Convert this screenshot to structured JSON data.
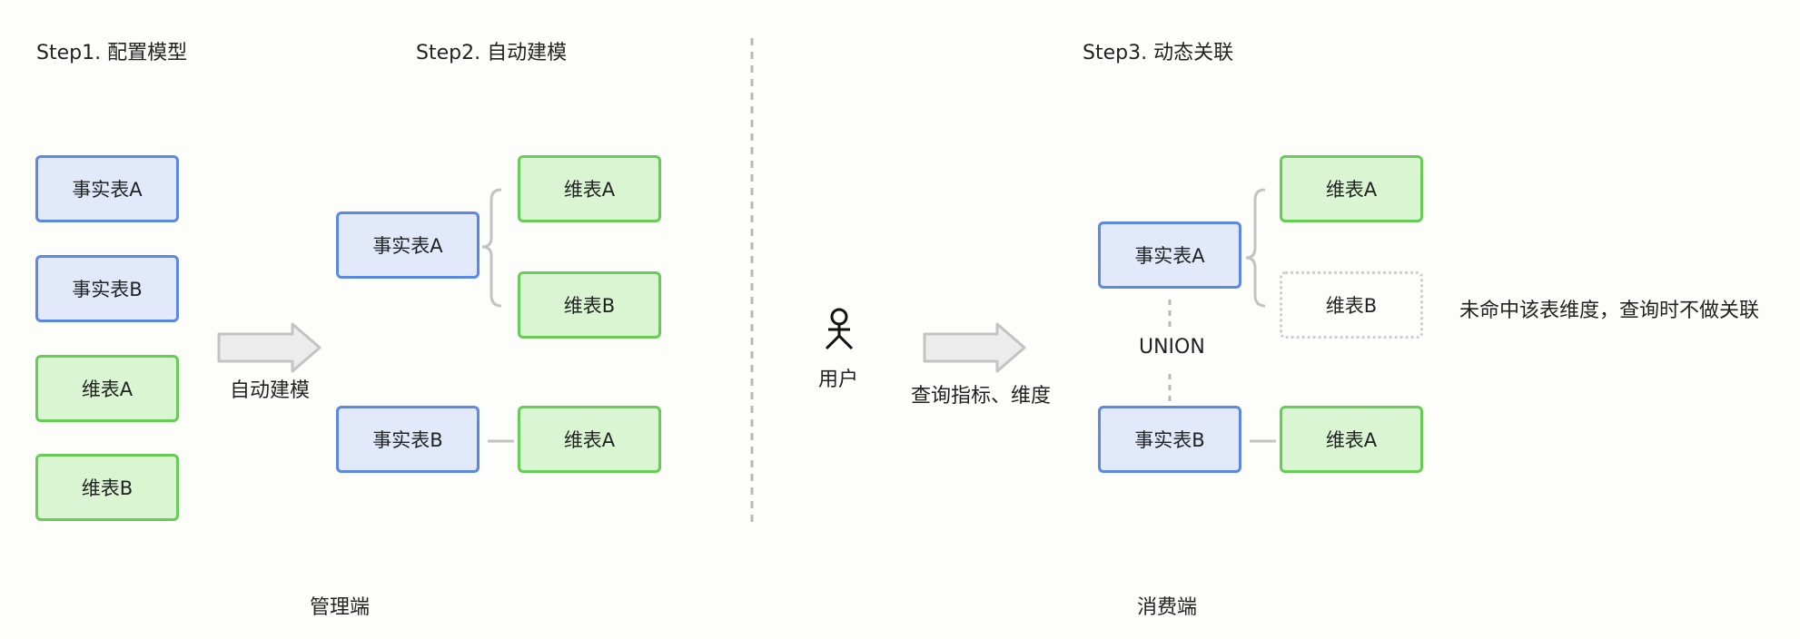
{
  "steps": {
    "step1": "Step1. 配置模型",
    "step2": "Step2. 自动建模",
    "step3": "Step3. 动态关联"
  },
  "step1_boxes": {
    "fact_a": "事实表A",
    "fact_b": "事实表B",
    "dim_a": "维表A",
    "dim_b": "维表B"
  },
  "arrow1_label": "自动建模",
  "step2_boxes": {
    "fact_a": "事实表A",
    "dim_a": "维表A",
    "dim_b": "维表B",
    "fact_b": "事实表B",
    "dim_a2": "维表A"
  },
  "user_label": "用户",
  "arrow2_label": "查询指标、维度",
  "step3_boxes": {
    "fact_a": "事实表A",
    "dim_a": "维表A",
    "dim_b": "维表B",
    "union": "UNION",
    "fact_b": "事实表B",
    "dim_a2": "维表A"
  },
  "missing_note": "未命中该表维度，查询时不做关联",
  "footer": {
    "admin": "管理端",
    "consumer": "消费端"
  }
}
